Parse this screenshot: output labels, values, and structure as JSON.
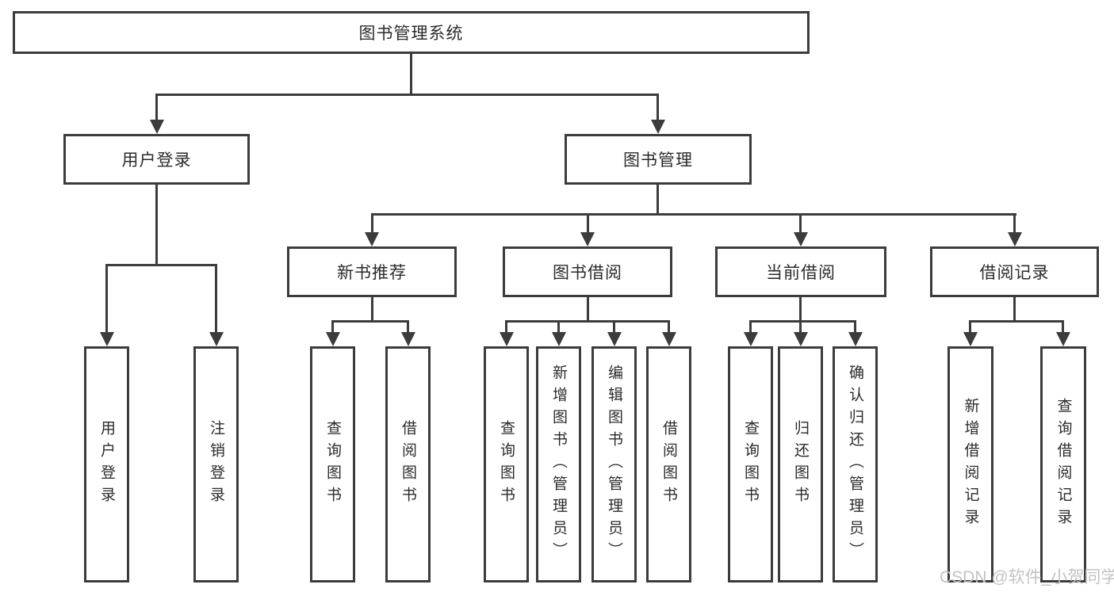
{
  "colors": {
    "line": "#3c3c3c",
    "box_border": "#3c3c3c",
    "box_fill": "#ffffff",
    "text": "#2b2b2b",
    "watermark_color": "#c3c3c3"
  },
  "tree": {
    "root": "图书管理系统",
    "user_branch": {
      "label": "用户登录",
      "children": [
        "用户登录",
        "注销登录"
      ]
    },
    "book_branch": {
      "label": "图书管理",
      "groups": [
        {
          "label": "新书推荐",
          "children": [
            "查询图书",
            "借阅图书"
          ]
        },
        {
          "label": "图书借阅",
          "children": [
            "查询图书",
            "新增图书（管理员）",
            "编辑图书（管理员）",
            "借阅图书"
          ]
        },
        {
          "label": "当前借阅",
          "children": [
            "查询图书",
            "归还图书",
            "确认归还（管理员）"
          ]
        },
        {
          "label": "借阅记录",
          "children": [
            "新增借阅记录",
            "查询借阅记录"
          ]
        }
      ]
    }
  },
  "watermark": "CSDN @软件_小贺同学"
}
